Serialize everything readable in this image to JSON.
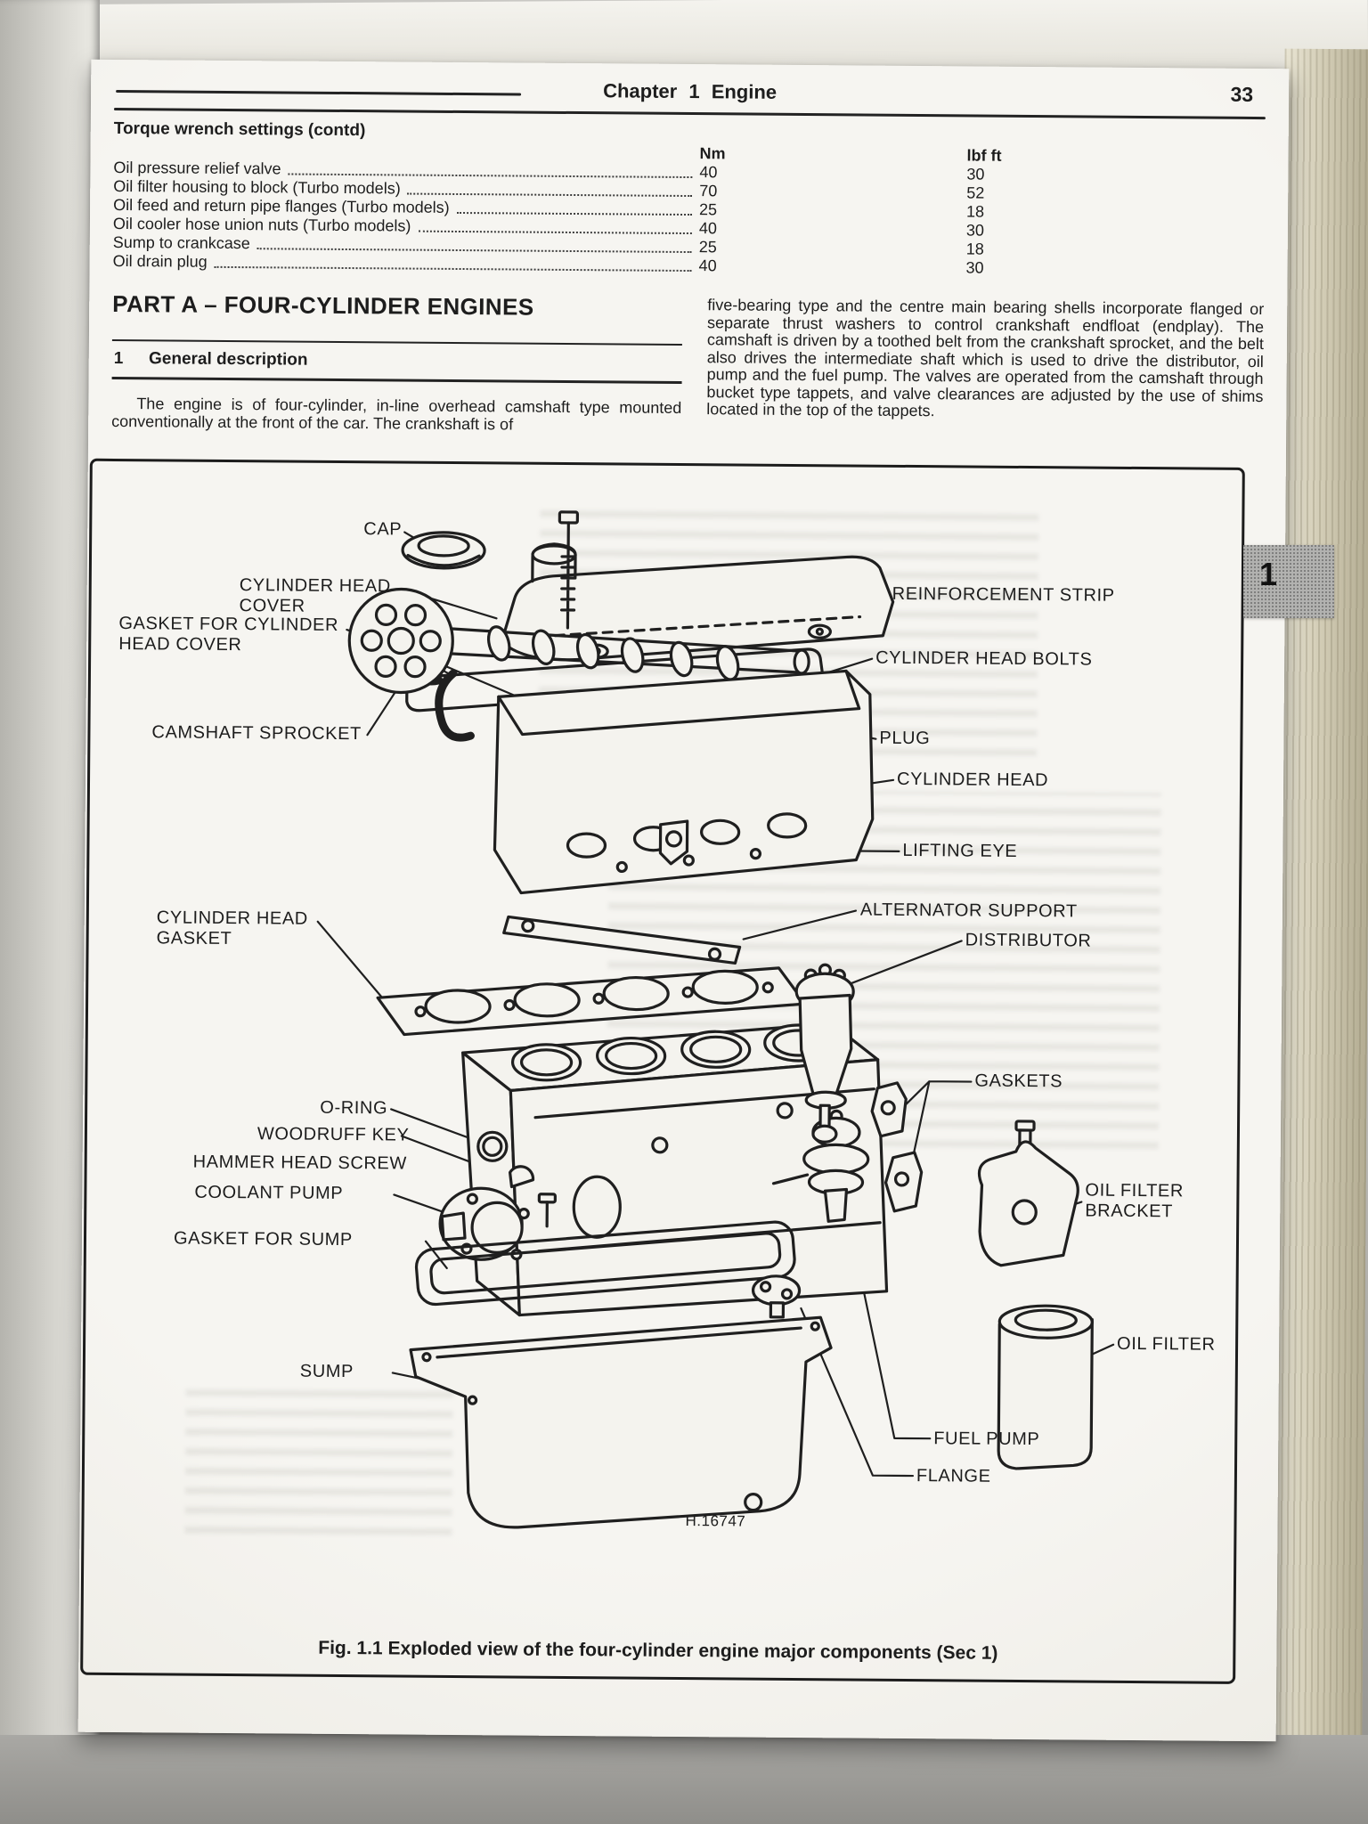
{
  "page": {
    "chapter_header": "Chapter 1 Engine",
    "page_number": "33",
    "section_tab": "1"
  },
  "torque_table": {
    "heading": "Torque wrench settings (contd)",
    "col_nm": "Nm",
    "col_lbf": "lbf ft",
    "rows": [
      {
        "label": "Oil pressure relief valve",
        "nm": "40",
        "lbf": "30"
      },
      {
        "label": "Oil filter housing to block (Turbo models)",
        "nm": "70",
        "lbf": "52"
      },
      {
        "label": "Oil feed and return pipe flanges (Turbo models)",
        "nm": "25",
        "lbf": "18"
      },
      {
        "label": "Oil cooler hose union nuts (Turbo models)",
        "nm": "40",
        "lbf": "30"
      },
      {
        "label": "Sump to crankcase",
        "nm": "25",
        "lbf": "18"
      },
      {
        "label": "Oil drain plug",
        "nm": "40",
        "lbf": "30"
      }
    ]
  },
  "part_heading": "PART A – FOUR-CYLINDER ENGINES",
  "section": {
    "number": "1",
    "title": "General description"
  },
  "paragraphs": {
    "left": "The engine is of four-cylinder, in-line overhead camshaft type mounted conventionally at the front of the car. The crankshaft is of",
    "right": "five-bearing type and the centre main bearing shells incorporate flanged or separate thrust washers to control crankshaft endfloat (endplay). The camshaft is driven by a toothed belt from the crankshaft sprocket, and the belt also drives the intermediate shaft which is used to drive the distributor, oil pump and the fuel pump. The valves are operated from the camshaft through bucket type tappets, and valve clearances are adjusted by the use of shims located in the top of the tappets."
  },
  "figure": {
    "caption": "Fig. 1.1 Exploded view of the four-cylinder engine major components (Sec 1)",
    "drawing_ref": "H.16747",
    "labels": {
      "cap": "CAP",
      "cylinder_head_cover": "CYLINDER HEAD COVER",
      "gasket_for_cylinder_head_cover": "GASKET FOR CYLINDER HEAD COVER",
      "camshaft_sprocket": "CAMSHAFT SPROCKET",
      "cylinder_head_gasket": "CYLINDER HEAD GASKET",
      "o_ring": "O-RING",
      "woodruff_key": "WOODRUFF KEY",
      "hammer_head_screw": "HAMMER HEAD SCREW",
      "coolant_pump": "COOLANT PUMP",
      "gasket_for_sump": "GASKET FOR SUMP",
      "sump": "SUMP",
      "reinforcement_strip": "REINFORCEMENT STRIP",
      "cylinder_head_bolts": "CYLINDER HEAD BOLTS",
      "plug": "PLUG",
      "cylinder_head": "CYLINDER HEAD",
      "lifting_eye": "LIFTING EYE",
      "alternator_support": "ALTERNATOR SUPPORT",
      "distributor": "DISTRIBUTOR",
      "gaskets": "GASKETS",
      "oil_filter_bracket": "OIL FILTER BRACKET",
      "oil_filter": "OIL FILTER",
      "fuel_pump": "FUEL PUMP",
      "flange": "FLANGE"
    }
  },
  "colors": {
    "paper": "#f4f3ee",
    "ink": "#1d1d1d",
    "surface": "#a6a5a1",
    "tab_gray": "#b2b2b0"
  }
}
